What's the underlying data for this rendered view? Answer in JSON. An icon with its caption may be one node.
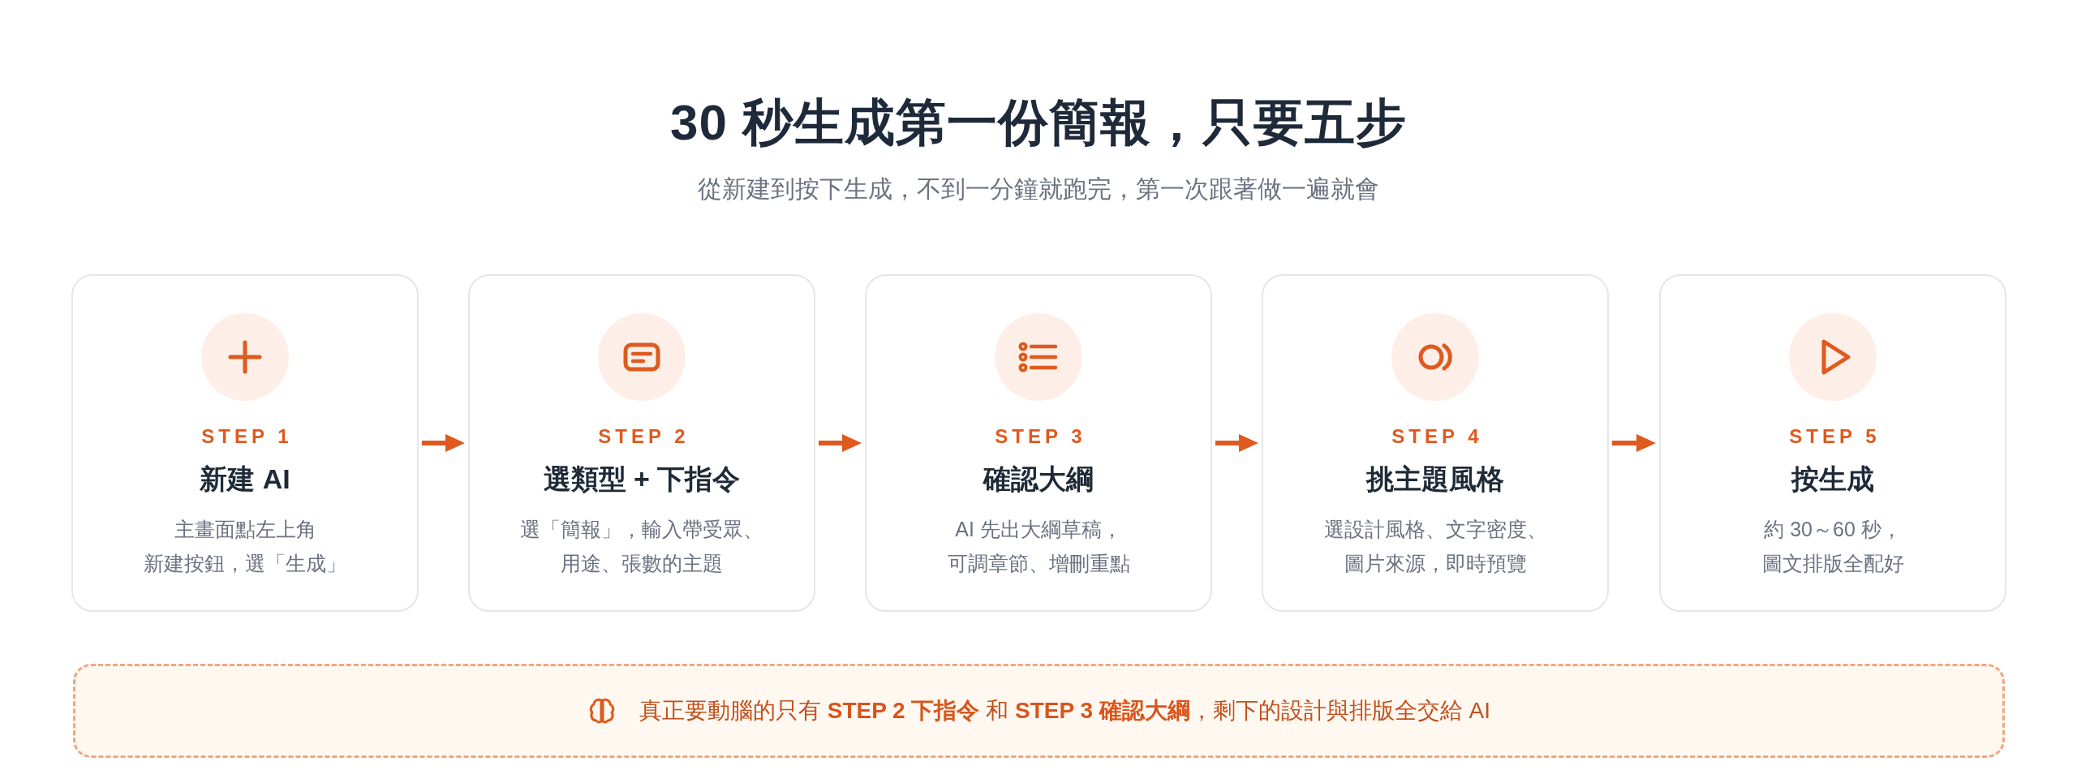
{
  "diagram": {
    "title": "30 秒生成第一份簡報，只要五步",
    "nodes": [
      {
        "text": [
          "STEP 1",
          "新建 AI",
          "主畫面點左上角新建按鈕，選「生成」"
        ]
      },
      {
        "text": [
          "STEP 2",
          "選類型 + 下指令",
          "選「簡報」，輸入帶受眾、用途、張數的主題"
        ]
      },
      {
        "text": [
          "STEP 3",
          "確認大綱",
          "AI 先出大綱草稿，可調章節、增刪重點"
        ]
      },
      {
        "text": [
          "STEP 4",
          "挑主題風格",
          "選設計風格、文字密度、圖片來源，即時預覽"
        ]
      },
      {
        "text": [
          "STEP 5",
          "按生成",
          "約 30～60 秒，圖文排版全配好"
        ]
      },
      {
        "text": [
          "真正要動腦的只有 **STEP 2 下指令** 和 **STEP 3 確認大綱**，剩下的設計與排版全交給 AI"
        ]
      }
    ],
    "edges": [
      {
        "from": 0,
        "to": 1,
        "arrow": "to"
      },
      {
        "from": 1,
        "to": 2,
        "arrow": "to"
      },
      {
        "from": 2,
        "to": 3,
        "arrow": "to"
      },
      {
        "from": 3,
        "to": 4,
        "arrow": "to"
      }
    ],
    "labels": [
      "從新建到按下生成，不到一分鐘就跑完，第一次跟著做一遍就會"
    ]
  }
}
